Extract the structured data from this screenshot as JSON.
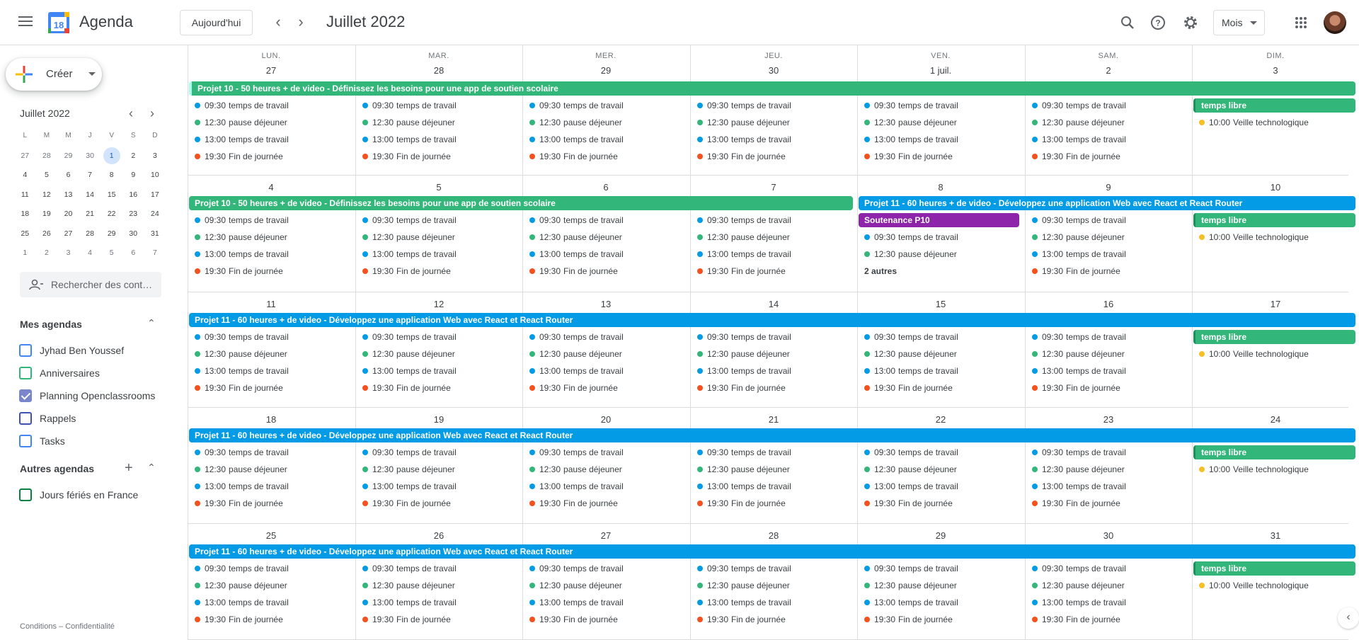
{
  "app": {
    "name": "Agenda",
    "logo_day": "18"
  },
  "toolbar": {
    "today_label": "Aujourd'hui",
    "prev": "‹",
    "next": "›",
    "month_title": "Juillet 2022",
    "view_label": "Mois"
  },
  "icons": {
    "search": "search-icon",
    "help": "help-icon",
    "settings": "gear-icon",
    "apps": "apps-grid-icon"
  },
  "sidebar": {
    "create_label": "Créer",
    "mini": {
      "title": "Juillet 2022",
      "weekdays": [
        "L",
        "M",
        "M",
        "J",
        "V",
        "S",
        "D"
      ],
      "weeks": [
        [
          "27",
          "28",
          "29",
          "30",
          "1",
          "2",
          "3"
        ],
        [
          "4",
          "5",
          "6",
          "7",
          "8",
          "9",
          "10"
        ],
        [
          "11",
          "12",
          "13",
          "14",
          "15",
          "16",
          "17"
        ],
        [
          "18",
          "19",
          "20",
          "21",
          "22",
          "23",
          "24"
        ],
        [
          "25",
          "26",
          "27",
          "28",
          "29",
          "30",
          "31"
        ],
        [
          "1",
          "2",
          "3",
          "4",
          "5",
          "6",
          "7"
        ]
      ],
      "selected": "1"
    },
    "search_placeholder": "Rechercher des cont…",
    "my_calendars_title": "Mes agendas",
    "my_calendars": [
      {
        "label": "Jyhad Ben Youssef",
        "color": "#4285f4",
        "checked": false
      },
      {
        "label": "Anniversaires",
        "color": "#33b679",
        "checked": false
      },
      {
        "label": "Planning Openclassrooms",
        "color": "#7986cb",
        "checked": true
      },
      {
        "label": "Rappels",
        "color": "#3f51b5",
        "checked": false
      },
      {
        "label": "Tasks",
        "color": "#4285f4",
        "checked": false
      }
    ],
    "other_calendars_title": "Autres agendas",
    "other_calendars": [
      {
        "label": "Jours fériés en France",
        "color": "#0b8043",
        "checked": false
      }
    ],
    "footer": "Conditions – Confidentialité"
  },
  "calendar": {
    "weekday_headers": [
      "LUN.",
      "MAR.",
      "MER.",
      "JEU.",
      "VEN.",
      "SAM.",
      "DIM."
    ],
    "weeks": [
      {
        "days": [
          "27",
          "28",
          "29",
          "30",
          "1 juil.",
          "2",
          "3"
        ],
        "bars": [
          {
            "text": "Projet 10 - 50 heures + de video - Définissez les besoins pour une app de soutien scolaire",
            "start": 0,
            "span": 7,
            "color": "green",
            "cont": true
          }
        ],
        "sunday_bar": {
          "text": "temps libre",
          "color": "green"
        },
        "events": [
          {
            "time": "09:30",
            "title": "temps de travail",
            "color": "#039be5"
          },
          {
            "time": "12:30",
            "title": "pause déjeuner",
            "color": "#33b679"
          },
          {
            "time": "13:00",
            "title": "temps de travail",
            "color": "#039be5"
          },
          {
            "time": "19:30",
            "title": "Fin de journée",
            "color": "#f4511e"
          }
        ],
        "sunday_event": {
          "time": "10:00",
          "title": "Veille technologique",
          "color": "#f6bf26"
        }
      },
      {
        "days": [
          "4",
          "5",
          "6",
          "7",
          "8",
          "9",
          "10"
        ],
        "bars": [
          {
            "text": "Projet 10 - 50 heures + de video - Définissez les besoins pour une app de soutien scolaire",
            "start": 0,
            "span": 4,
            "color": "green",
            "cont": false
          },
          {
            "text": "Projet 11 - 60 heures + de video - Développez une application Web avec React et React Router",
            "start": 4,
            "span": 3,
            "color": "blue",
            "cont": false
          }
        ],
        "sunday_bar": {
          "text": "temps libre",
          "color": "green"
        },
        "friday_special": {
          "text": "Soutenance P10",
          "more": "2 autres"
        },
        "events": [
          {
            "time": "09:30",
            "title": "temps de travail",
            "color": "#039be5"
          },
          {
            "time": "12:30",
            "title": "pause déjeuner",
            "color": "#33b679"
          },
          {
            "time": "13:00",
            "title": "temps de travail",
            "color": "#039be5"
          },
          {
            "time": "19:30",
            "title": "Fin de journée",
            "color": "#f4511e"
          }
        ],
        "sunday_event": {
          "time": "10:00",
          "title": "Veille technologique",
          "color": "#f6bf26"
        }
      },
      {
        "days": [
          "11",
          "12",
          "13",
          "14",
          "15",
          "16",
          "17"
        ],
        "bars": [
          {
            "text": "Projet 11 - 60 heures + de video - Développez une application Web avec React et React Router",
            "start": 0,
            "span": 7,
            "color": "blue",
            "cont": false
          }
        ],
        "sunday_bar": {
          "text": "temps libre",
          "color": "green"
        },
        "events": [
          {
            "time": "09:30",
            "title": "temps de travail",
            "color": "#039be5"
          },
          {
            "time": "12:30",
            "title": "pause déjeuner",
            "color": "#33b679"
          },
          {
            "time": "13:00",
            "title": "temps de travail",
            "color": "#039be5"
          },
          {
            "time": "19:30",
            "title": "Fin de journée",
            "color": "#f4511e"
          }
        ],
        "sunday_event": {
          "time": "10:00",
          "title": "Veille technologique",
          "color": "#f6bf26"
        }
      },
      {
        "days": [
          "18",
          "19",
          "20",
          "21",
          "22",
          "23",
          "24"
        ],
        "bars": [
          {
            "text": "Projet 11 - 60 heures + de video - Développez une application Web avec React et React Router",
            "start": 0,
            "span": 7,
            "color": "blue",
            "cont": false
          }
        ],
        "sunday_bar": {
          "text": "temps libre",
          "color": "green"
        },
        "events": [
          {
            "time": "09:30",
            "title": "temps de travail",
            "color": "#039be5"
          },
          {
            "time": "12:30",
            "title": "pause déjeuner",
            "color": "#33b679"
          },
          {
            "time": "13:00",
            "title": "temps de travail",
            "color": "#039be5"
          },
          {
            "time": "19:30",
            "title": "Fin de journée",
            "color": "#f4511e"
          }
        ],
        "sunday_event": {
          "time": "10:00",
          "title": "Veille technologique",
          "color": "#f6bf26"
        }
      },
      {
        "days": [
          "25",
          "26",
          "27",
          "28",
          "29",
          "30",
          "31"
        ],
        "bars": [
          {
            "text": "Projet 11 - 60 heures + de video - Développez une application Web avec React et React Router",
            "start": 0,
            "span": 7,
            "color": "blue",
            "cont": false
          }
        ],
        "sunday_bar": {
          "text": "temps libre",
          "color": "green"
        },
        "events": [
          {
            "time": "09:30",
            "title": "temps de travail",
            "color": "#039be5"
          },
          {
            "time": "12:30",
            "title": "pause déjeuner",
            "color": "#33b679"
          },
          {
            "time": "13:00",
            "title": "temps de travail",
            "color": "#039be5"
          },
          {
            "time": "19:30",
            "title": "Fin de journée",
            "color": "#f4511e"
          }
        ],
        "sunday_event": {
          "time": "10:00",
          "title": "Veille technologique",
          "color": "#f6bf26"
        }
      }
    ]
  },
  "side_panel_toggle": "‹"
}
